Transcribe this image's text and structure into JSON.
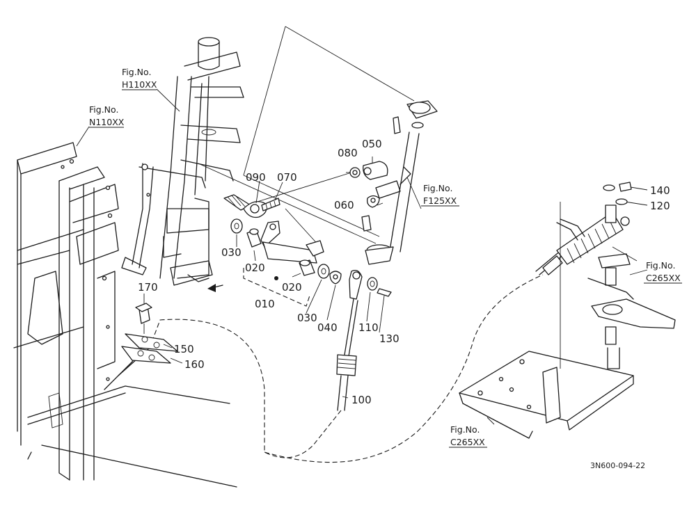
{
  "figure_refs": {
    "h110": {
      "prefix": "Fig.No.",
      "code": "H110XX"
    },
    "n110": {
      "prefix": "Fig.No.",
      "code": "N110XX"
    },
    "f125": {
      "prefix": "Fig.No.",
      "code": "F125XX"
    },
    "c265_upper": {
      "prefix": "Fig.No.",
      "code": "C265XX"
    },
    "c265_lower": {
      "prefix": "Fig.No.",
      "code": "C265XX"
    }
  },
  "parts": {
    "p010": "010",
    "p020a": "020",
    "p020b": "020",
    "p030a": "030",
    "p030b": "030",
    "p040": "040",
    "p050": "050",
    "p060": "060",
    "p070": "070",
    "p080": "080",
    "p090": "090",
    "p100": "100",
    "p110": "110",
    "p120": "120",
    "p130": "130",
    "p140": "140",
    "p150": "150",
    "p160": "160",
    "p170": "170"
  },
  "drawing_code": "3N600-094-22"
}
